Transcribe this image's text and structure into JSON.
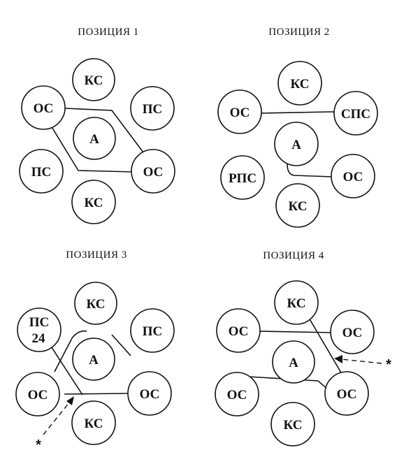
{
  "panels": [
    {
      "title": "ПОЗИЦИЯ 1",
      "nodes": [
        {
          "label": "КС"
        },
        {
          "label": "ОС"
        },
        {
          "label": "ПС"
        },
        {
          "label": "А"
        },
        {
          "label": "ПС"
        },
        {
          "label": "ОС"
        },
        {
          "label": "КС"
        }
      ]
    },
    {
      "title": "ПОЗИЦИЯ 2",
      "nodes": [
        {
          "label": "КС"
        },
        {
          "label": "ОС"
        },
        {
          "label": "СПС"
        },
        {
          "label": "А"
        },
        {
          "label": "РПС"
        },
        {
          "label": "ОС"
        },
        {
          "label": "КС"
        }
      ]
    },
    {
      "title": "ПОЗИЦИЯ 3",
      "star": "*",
      "nodes": [
        {
          "label": "КС"
        },
        {
          "label": "ПС",
          "label2": "24"
        },
        {
          "label": "ПС"
        },
        {
          "label": "А"
        },
        {
          "label": "ОС"
        },
        {
          "label": "ОС"
        },
        {
          "label": "КС"
        }
      ]
    },
    {
      "title": "ПОЗИЦИЯ 4",
      "star": "*",
      "nodes": [
        {
          "label": "КС"
        },
        {
          "label": "ОС"
        },
        {
          "label": "ОС"
        },
        {
          "label": "А"
        },
        {
          "label": "ОС"
        },
        {
          "label": "ОС"
        },
        {
          "label": "КС"
        }
      ]
    }
  ]
}
